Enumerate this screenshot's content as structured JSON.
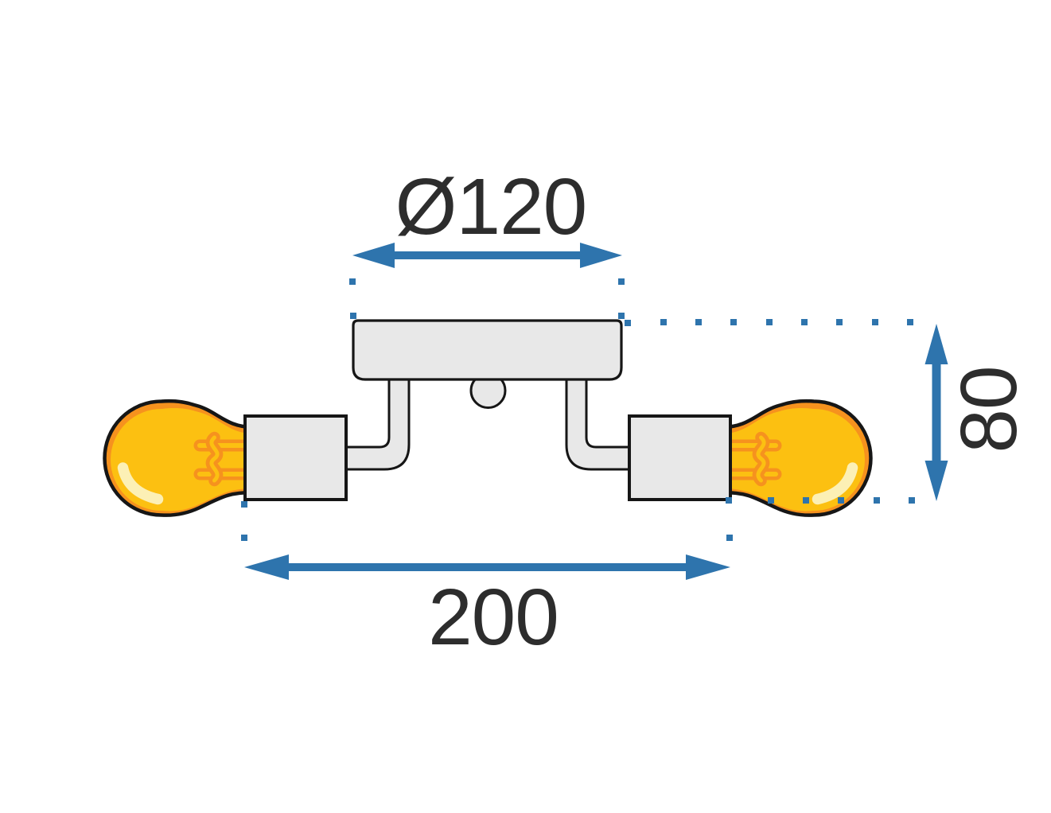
{
  "dimensions": {
    "diameter": {
      "label": "Ø120",
      "value": 120
    },
    "width": {
      "label": "200",
      "value": 200
    },
    "height": {
      "label": "80",
      "value": 80
    }
  },
  "colors": {
    "accent_blue": "#2E74AD",
    "text": "#2D2D2D",
    "outline": "#161616",
    "fixture_fill": "#E8E8E8",
    "bulb_yellow": "#FCC011",
    "bulb_orange": "#F6921E",
    "bulb_highlight": "#FCF0B5",
    "background": "#FFFFFF"
  }
}
